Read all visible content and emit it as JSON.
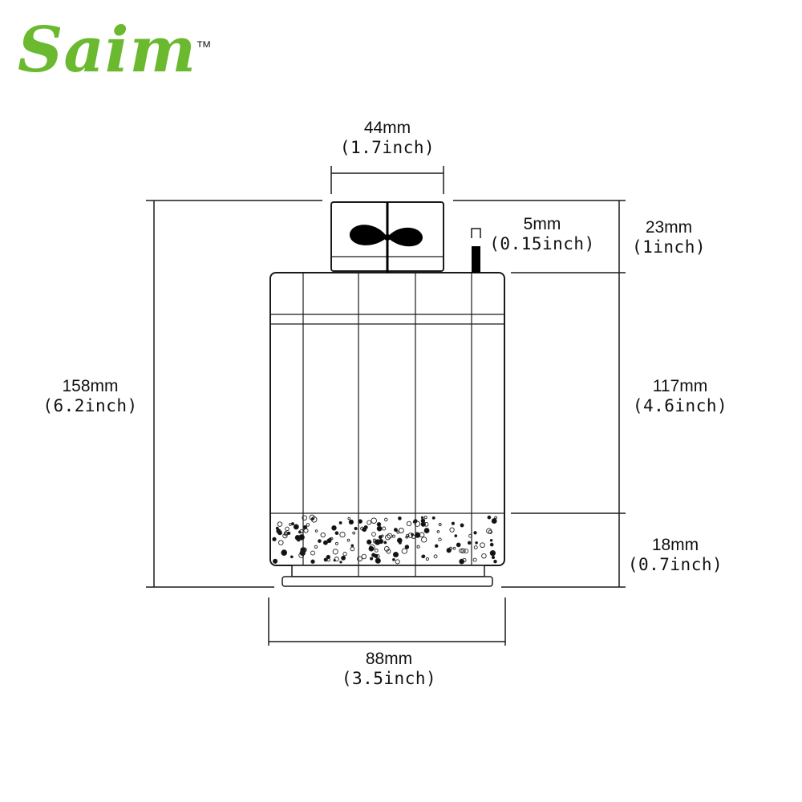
{
  "brand": {
    "name": "Saim",
    "trademark": "™",
    "color": "#6ab92f"
  },
  "colors": {
    "line": "#1a1a1a",
    "dark": "#000000"
  },
  "dimensions": {
    "top_width": {
      "mm": "44mm",
      "inch": "(1.7inch)"
    },
    "pin": {
      "mm": "5mm",
      "inch": "(0.15inch)"
    },
    "top_height": {
      "mm": "23mm",
      "inch": "(1inch)"
    },
    "total_height": {
      "mm": "158mm",
      "inch": "(6.2inch)"
    },
    "body_height": {
      "mm": "117mm",
      "inch": "(4.6inch)"
    },
    "filter_height": {
      "mm": "18mm",
      "inch": "(0.7inch)"
    },
    "body_width": {
      "mm": "88mm",
      "inch": "(3.5inch)"
    }
  }
}
